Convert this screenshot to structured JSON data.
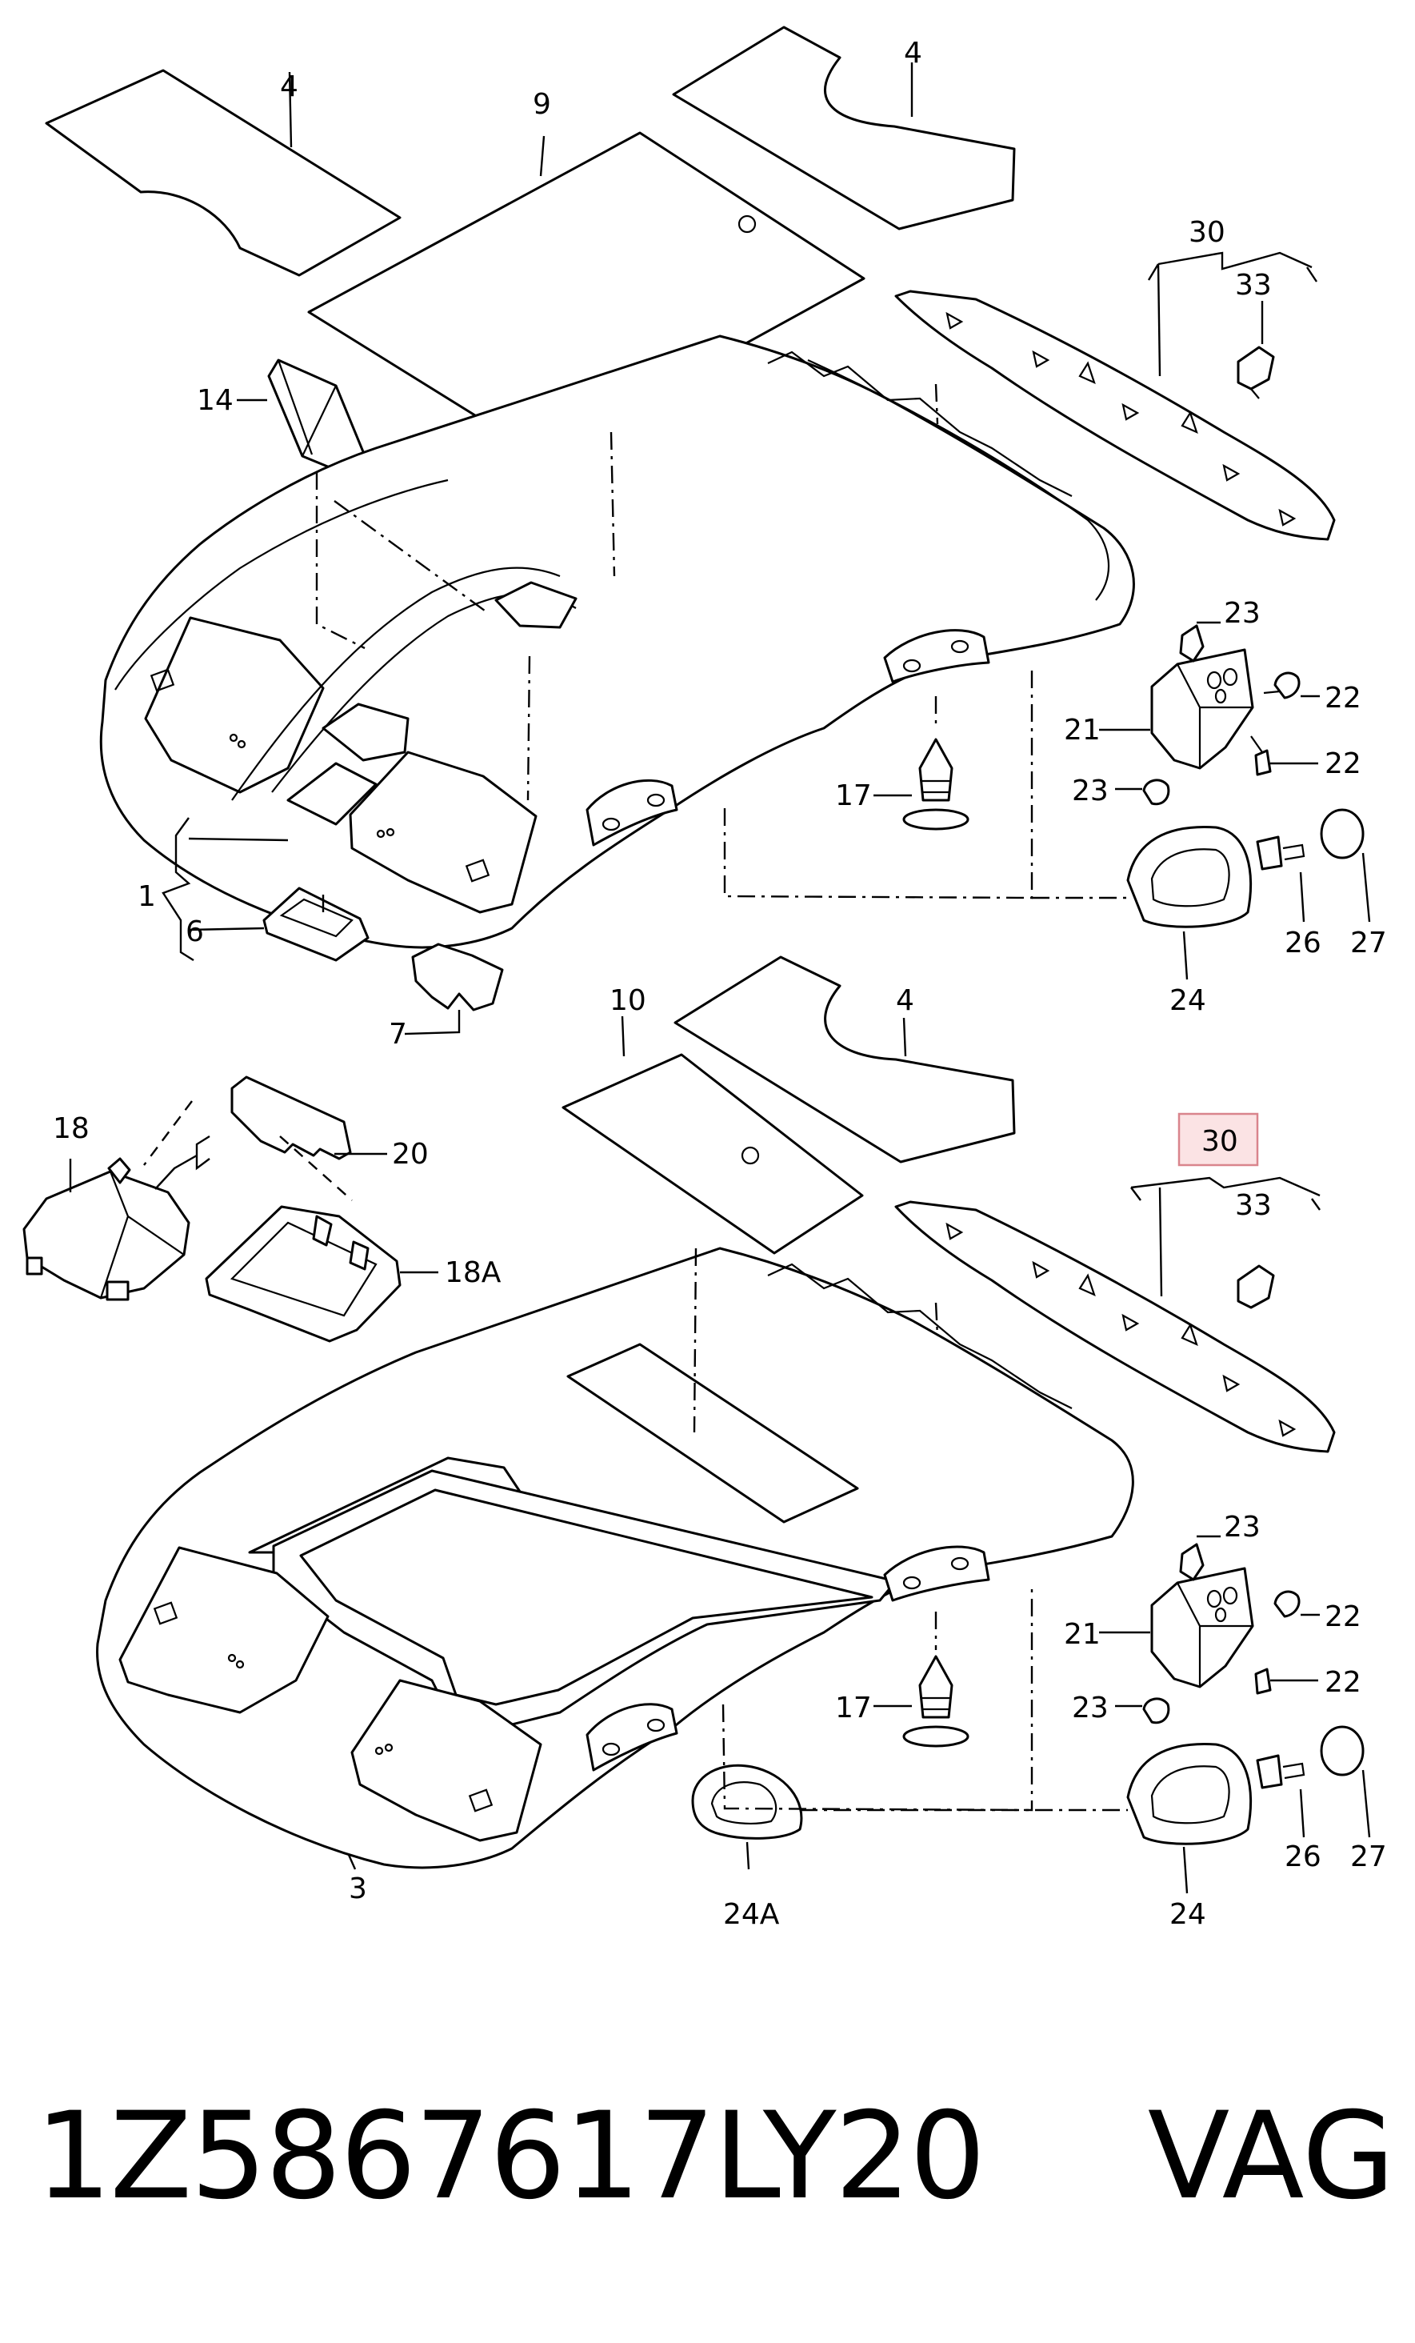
{
  "callouts": {
    "c4a": "4",
    "c4b": "4",
    "c9": "9",
    "c30a": "30",
    "c33a": "33",
    "c14": "14",
    "c23a": "23",
    "c22a": "22",
    "c21a": "21",
    "c22b": "22",
    "c17a": "17",
    "c23b": "23",
    "c1": "1",
    "c6": "6",
    "c26a": "26",
    "c27a": "27",
    "c24a": "24",
    "c7": "7",
    "c10": "10",
    "c4c": "4",
    "c18": "18",
    "c20": "20",
    "c30b": "30",
    "c33b": "33",
    "c18A": "18A",
    "c23c": "23",
    "c22c": "22",
    "c21b": "21",
    "c22d": "22",
    "c17b": "17",
    "c23d": "23",
    "c3": "3",
    "c26b": "26",
    "c27b": "27",
    "c24A": "24A",
    "c24b": "24"
  },
  "footer": {
    "part_number": "1Z5867617LY20",
    "brand": "VAG"
  }
}
